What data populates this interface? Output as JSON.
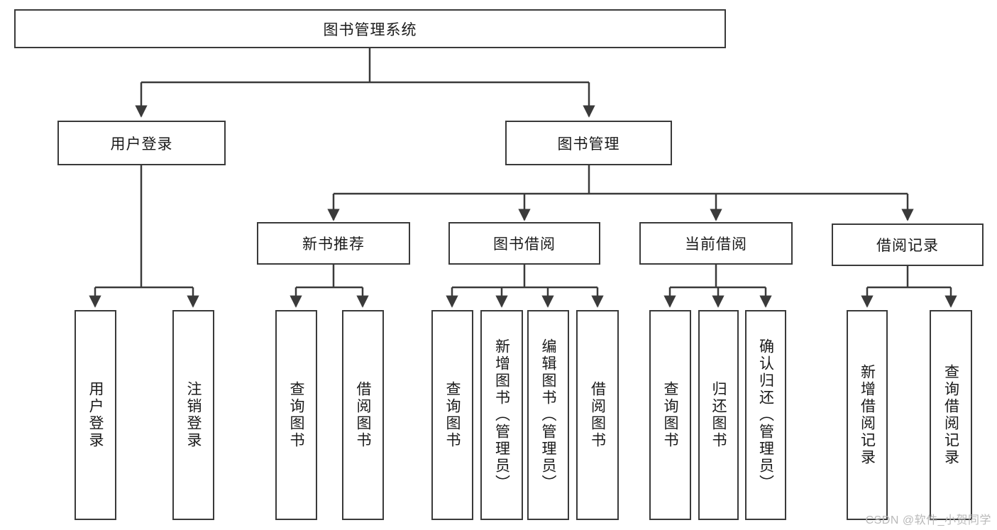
{
  "diagram": {
    "type": "tree-hierarchy-chart",
    "title": "图书管理系统",
    "background_color": "#ffffff",
    "border_color": "#3a3a3a",
    "text_color": "#1a1a1a",
    "levels": 4,
    "root": {
      "id": "root",
      "label": "图书管理系统",
      "orientation": "horizontal"
    },
    "level1": [
      {
        "id": "user-login",
        "label": "用户登录",
        "orientation": "horizontal"
      },
      {
        "id": "book-management",
        "label": "图书管理",
        "orientation": "horizontal"
      }
    ],
    "level2": [
      {
        "id": "new-book-recommend",
        "label": "新书推荐",
        "orientation": "horizontal",
        "parent": "book-management"
      },
      {
        "id": "book-borrow",
        "label": "图书借阅",
        "orientation": "horizontal",
        "parent": "book-management"
      },
      {
        "id": "current-borrow",
        "label": "当前借阅",
        "orientation": "horizontal",
        "parent": "book-management"
      },
      {
        "id": "borrow-record",
        "label": "借阅记录",
        "orientation": "horizontal",
        "parent": "book-management"
      }
    ],
    "leaves": {
      "user_login": [
        {
          "id": "leaf-user-login",
          "label": "用户登录"
        },
        {
          "id": "leaf-logout",
          "label": "注销登录"
        }
      ],
      "new_book_recommend": [
        {
          "id": "leaf-query-books-1",
          "label": "查询图书"
        },
        {
          "id": "leaf-borrow-books-1",
          "label": "借阅图书"
        }
      ],
      "book_borrow": [
        {
          "id": "leaf-query-books-2",
          "label": "查询图书"
        },
        {
          "id": "leaf-add-book-admin",
          "label": "新增图书（管理员）"
        },
        {
          "id": "leaf-edit-book-admin",
          "label": "编辑图书（管理员）"
        },
        {
          "id": "leaf-borrow-books-2",
          "label": "借阅图书"
        }
      ],
      "current_borrow": [
        {
          "id": "leaf-query-books-3",
          "label": "查询图书"
        },
        {
          "id": "leaf-return-books",
          "label": "归还图书"
        },
        {
          "id": "leaf-confirm-return-admin",
          "label": "确认归还（管理员）"
        }
      ],
      "borrow_record": [
        {
          "id": "leaf-add-borrow-record",
          "label": "新增借阅记录"
        },
        {
          "id": "leaf-query-borrow-record",
          "label": "查询借阅记录"
        }
      ]
    }
  },
  "watermark": {
    "text": "CSDN @软件_小贺同学"
  }
}
